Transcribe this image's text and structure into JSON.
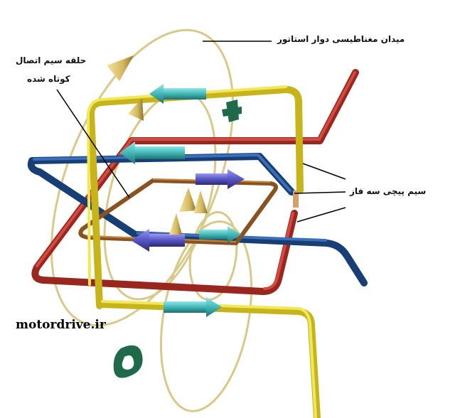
{
  "labels": {
    "stator_field": "میدان مغناطیسی دوار استاتور",
    "ring_line1": "حلقه سیم اتصال",
    "ring_line2": "کوتاه شده",
    "three_phase_wire": "سیم پیچی سه فاز"
  },
  "watermark": "motordrive.ir",
  "colors": {
    "yellow_wire": "#e8d82a",
    "red_wire": "#b8322a",
    "blue_wire": "#1f4f8e",
    "rotor_ring": "#a0662a",
    "field_line": "#d8c98a",
    "arrow_cyan": "#4fc9c9",
    "arrow_purple": "#5a58c8",
    "cone_tan": "#d9c070",
    "numeral_green": "#1f6a4a"
  },
  "icons": [
    "field-direction-cone",
    "current-direction-arrow"
  ]
}
